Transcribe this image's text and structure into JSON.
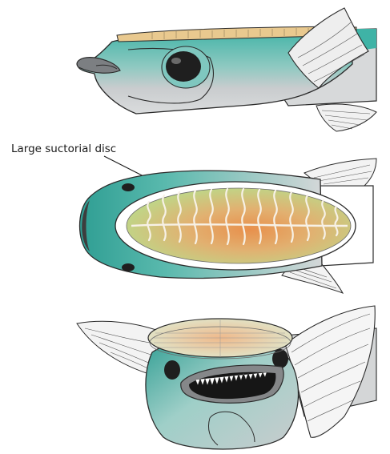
{
  "figure": {
    "callout": "Large suctorial disc",
    "views": [
      "side-view",
      "top-view",
      "front-view"
    ]
  },
  "colors": {
    "body_teal": "#3fb3a6",
    "body_grey": "#c9ccce",
    "outline": "#2b2b2b",
    "disc_green": "#bcd98a",
    "disc_orange": "#e8904c",
    "eye": "#222222"
  }
}
